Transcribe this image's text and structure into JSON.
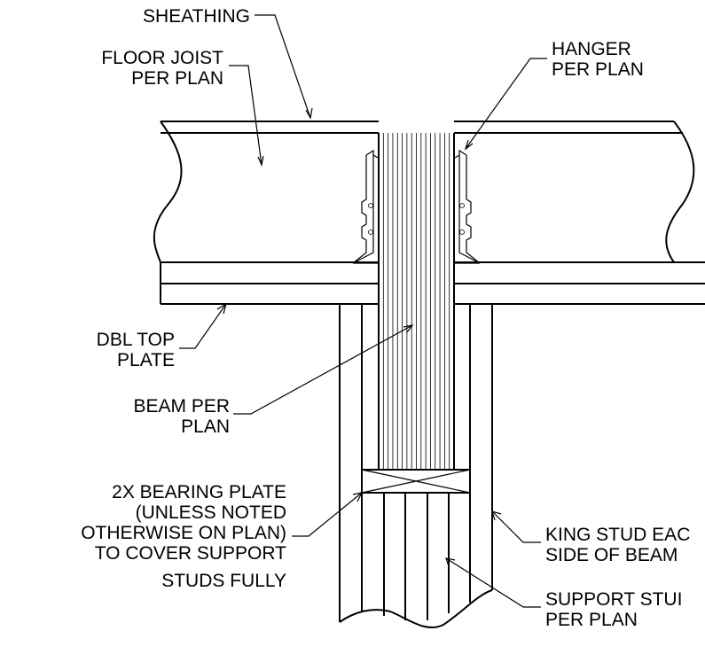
{
  "labels": {
    "sheathing": "SHEATHING",
    "floor_joist": [
      "FLOOR JOIST",
      "PER PLAN"
    ],
    "hanger": [
      "HANGER",
      "PER PLAN"
    ],
    "dbl_top_plate": [
      "DBL TOP",
      "PLATE"
    ],
    "beam": [
      "BEAM PER",
      "PLAN"
    ],
    "bearing_plate": [
      "2X BEARING PLATE",
      "(UNLESS NOTED",
      "OTHERWISE ON PLAN)",
      "TO COVER SUPPORT",
      "STUDS FULLY"
    ],
    "king_stud": [
      "KING STUD EAC",
      "SIDE OF BEAM"
    ],
    "support_studs": [
      "SUPPORT STUI",
      "PER PLAN"
    ]
  }
}
